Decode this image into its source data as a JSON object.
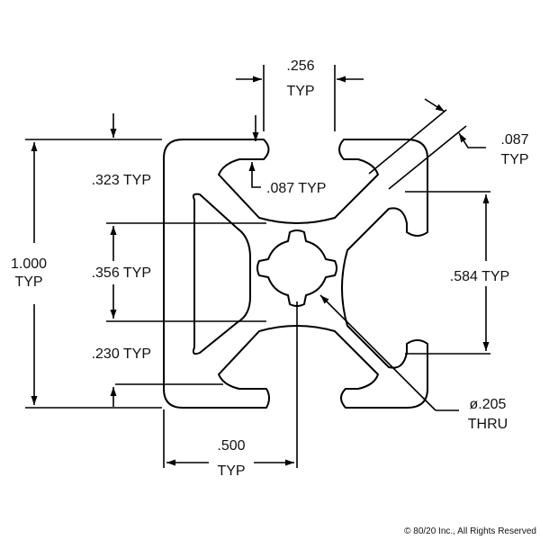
{
  "drawing": {
    "overall_height": {
      "value": "1.000",
      "unit": "TYP"
    },
    "slot_opening": {
      "value": ".256",
      "unit": "TYP"
    },
    "lip_thickness_top": {
      "value": ".087 TYP"
    },
    "lip_thickness_diagonal": {
      "value": ".087",
      "unit": "TYP"
    },
    "upper_offset": {
      "value": ".323 TYP"
    },
    "core_height": {
      "value": ".356 TYP"
    },
    "lower_offset": {
      "value": ".230 TYP"
    },
    "slot_spacing": {
      "value": ".584 TYP"
    },
    "center_distance": {
      "value": ".500",
      "unit": "TYP"
    },
    "center_hole": {
      "value": "ø.205",
      "unit": "THRU"
    }
  },
  "footer": {
    "copyright": "© 80/20 Inc., All Rights Reserved"
  }
}
